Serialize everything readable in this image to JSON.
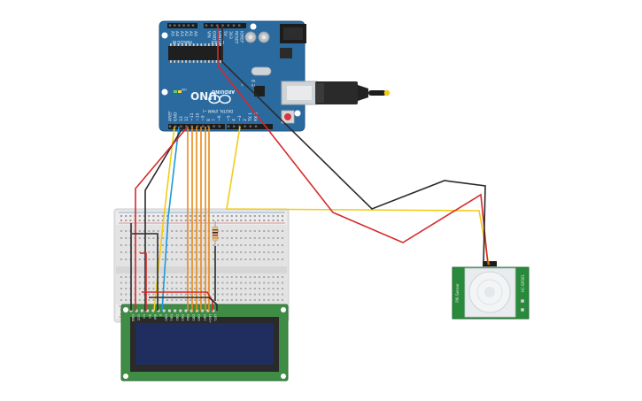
{
  "arduino": {
    "brand": "ARDUINO",
    "model": "UNO",
    "digital_label": "DIGITAL (PWM ~)",
    "power_label": "POWER",
    "analog_label": "ANALOG IN",
    "tx_label": "TX",
    "rx_label": "RX",
    "l_label": "L",
    "on_label": "ON",
    "top_pins": [
      "A5",
      "A4",
      "A3",
      "A2",
      "A1",
      "A0",
      "VIN",
      "GND",
      "GND",
      "5V",
      "3V3",
      "RESET",
      "IOREF"
    ],
    "bottom_pins": [
      "AREF",
      "GND",
      "13",
      "12",
      "~11",
      "~10",
      "~9",
      "8",
      "7",
      "~6",
      "~5",
      "4",
      "~3",
      "2",
      "TX 1",
      "RX 0"
    ]
  },
  "lcd": {
    "pins": [
      "GND",
      "VCC",
      "V0",
      "RS",
      "RW",
      "E",
      "DB0",
      "DB1",
      "DB2",
      "DB3",
      "DB4",
      "DB5",
      "DB6",
      "DB7",
      "LED+",
      "LED-"
    ]
  },
  "pir": {
    "left_label": "PIR Sensor",
    "right_label": "HC-SR501"
  },
  "colors": {
    "arduino_board": "#2b6a9e",
    "breadboard": "#e6e6e6",
    "lcd_pcb": "#3f8c45",
    "lcd_screen": "#1f2e5e",
    "pir_pcb": "#2a8a3c",
    "wire_red": "#d62a2a",
    "wire_black": "#2b2b2b",
    "wire_yellow": "#f2cc18",
    "wire_blue": "#1e9ad6",
    "wire_orange": "#e88a1a"
  }
}
